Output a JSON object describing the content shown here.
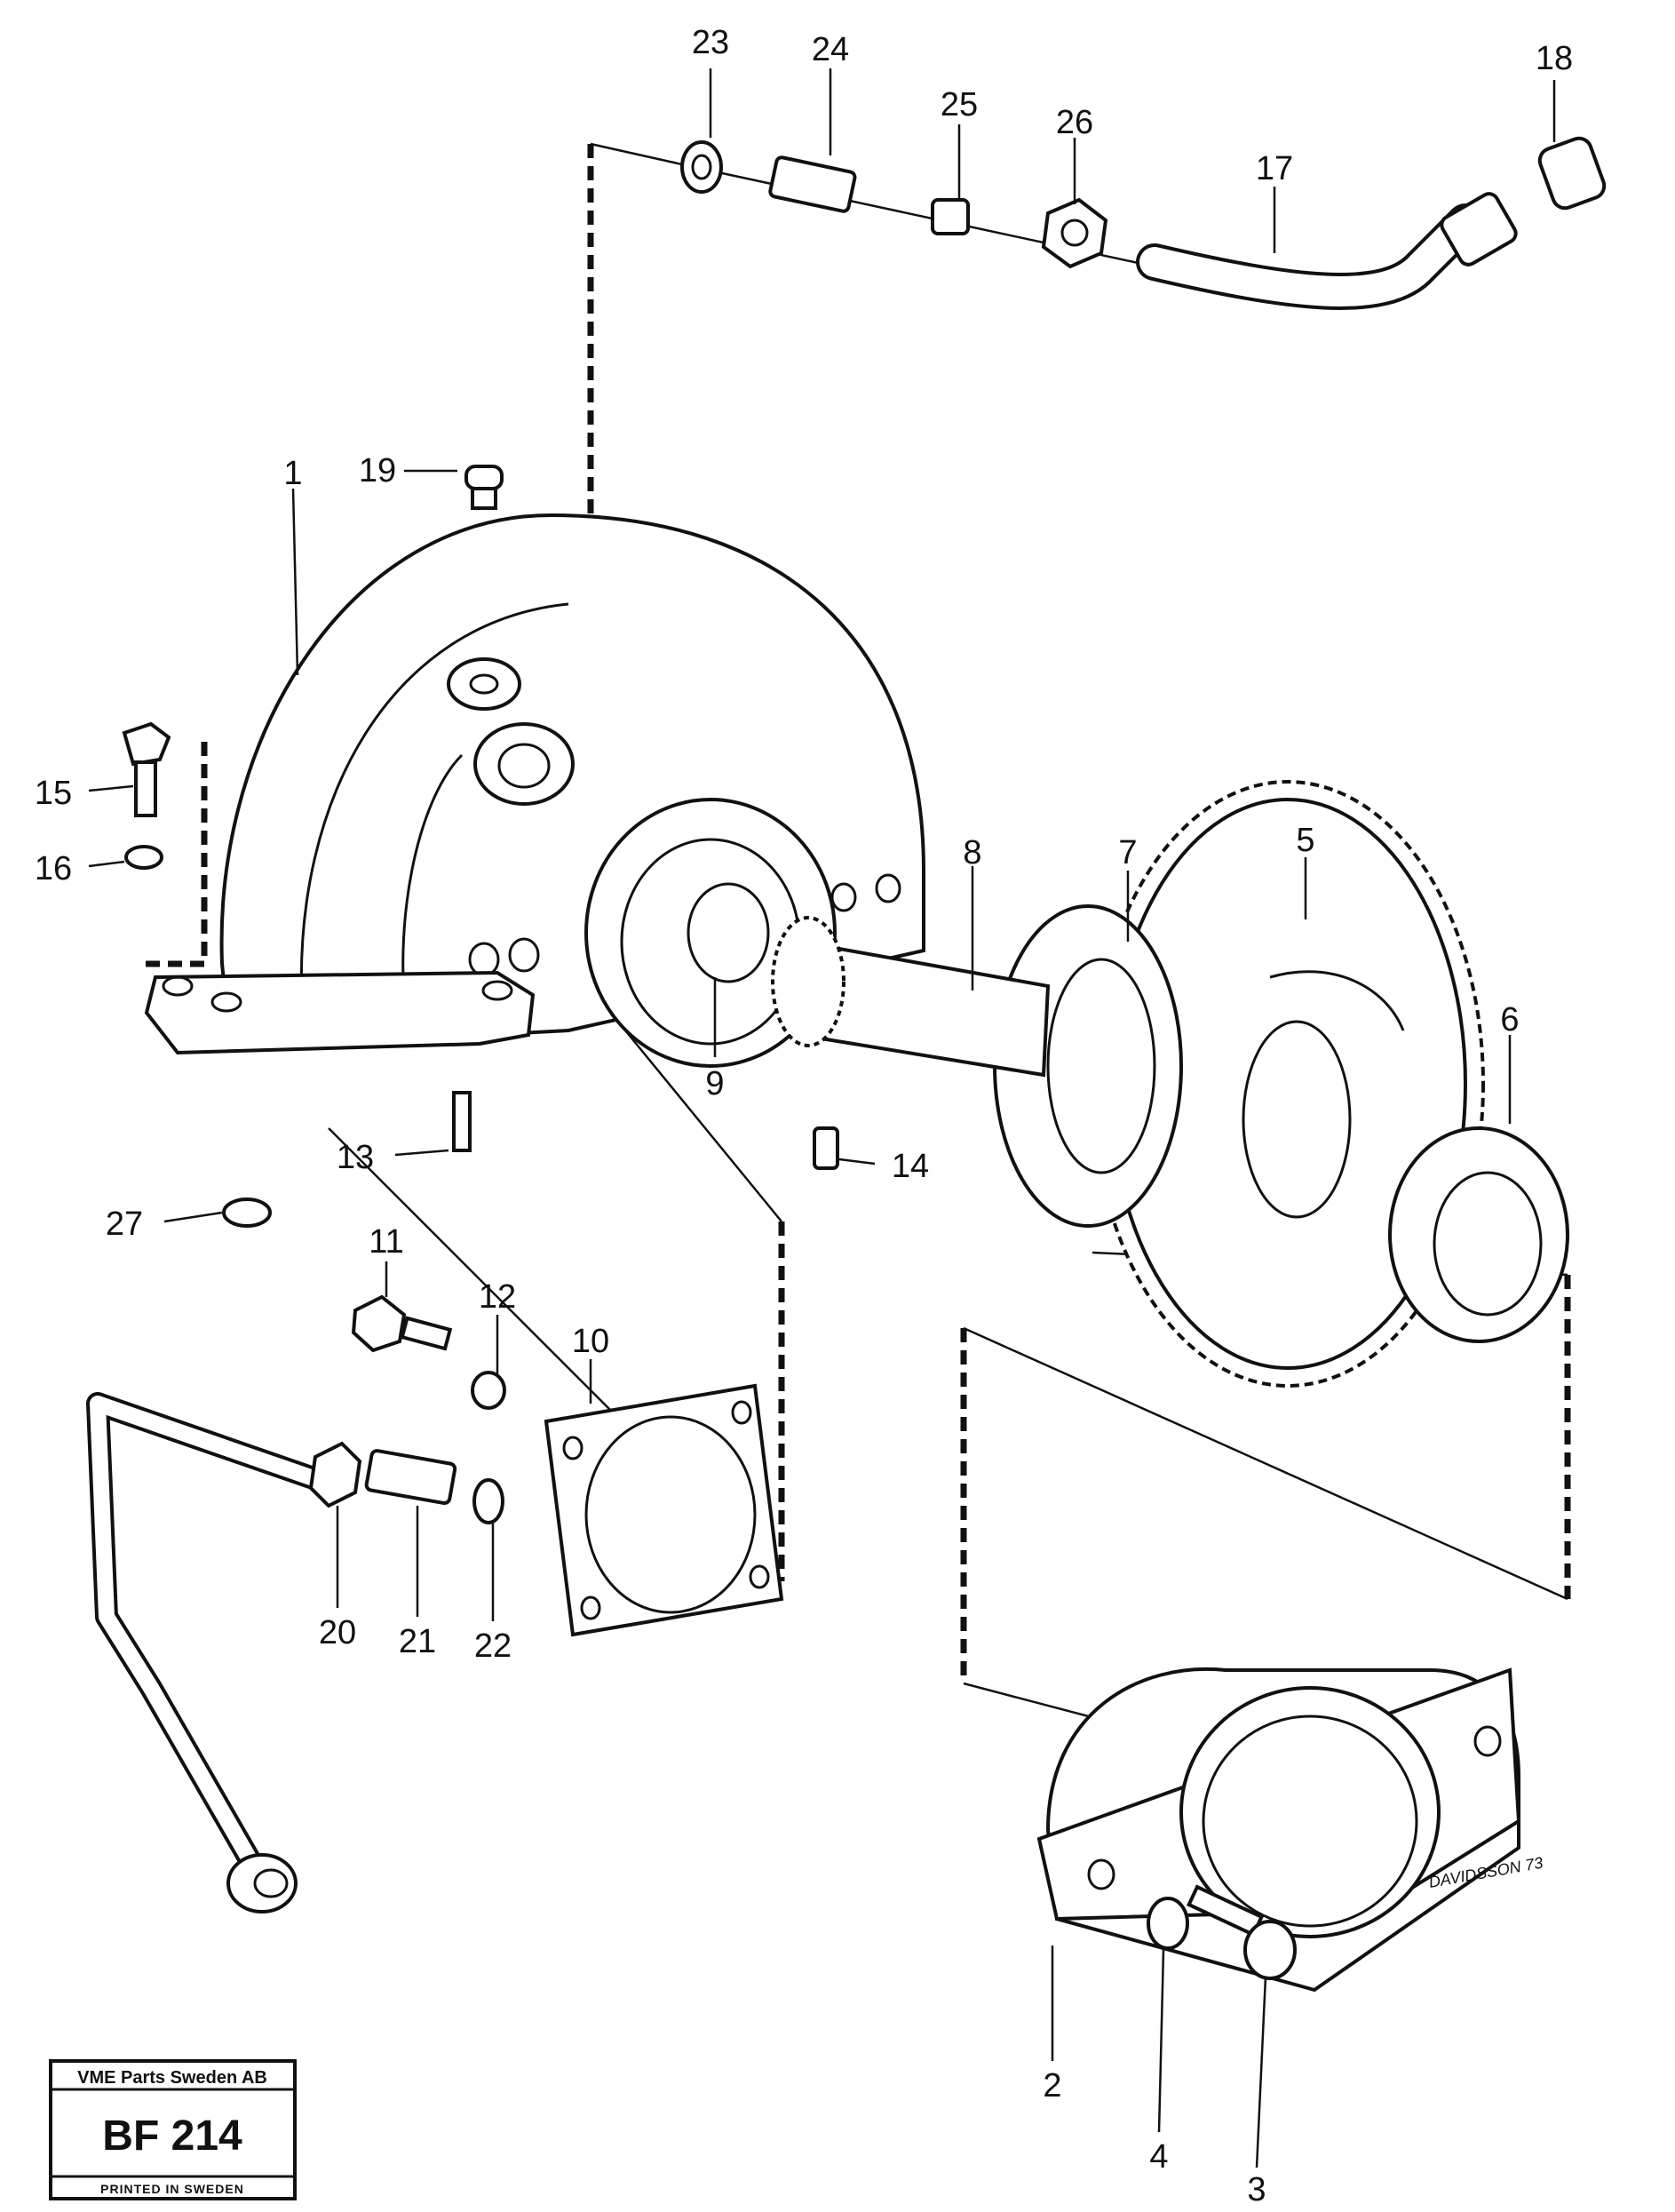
{
  "diagram": {
    "callouts": [
      {
        "id": "p1",
        "label": "1"
      },
      {
        "id": "p2",
        "label": "2"
      },
      {
        "id": "p3",
        "label": "3"
      },
      {
        "id": "p4",
        "label": "4"
      },
      {
        "id": "p5",
        "label": "5"
      },
      {
        "id": "p6",
        "label": "6"
      },
      {
        "id": "p7",
        "label": "7"
      },
      {
        "id": "p8",
        "label": "8"
      },
      {
        "id": "p9",
        "label": "9"
      },
      {
        "id": "p10",
        "label": "10"
      },
      {
        "id": "p11",
        "label": "11"
      },
      {
        "id": "p12",
        "label": "12"
      },
      {
        "id": "p13",
        "label": "13"
      },
      {
        "id": "p14",
        "label": "14"
      },
      {
        "id": "p15",
        "label": "15"
      },
      {
        "id": "p16",
        "label": "16"
      },
      {
        "id": "p17",
        "label": "17"
      },
      {
        "id": "p18",
        "label": "18"
      },
      {
        "id": "p19",
        "label": "19"
      },
      {
        "id": "p20",
        "label": "20"
      },
      {
        "id": "p21",
        "label": "21"
      },
      {
        "id": "p22",
        "label": "22"
      },
      {
        "id": "p23",
        "label": "23"
      },
      {
        "id": "p24",
        "label": "24"
      },
      {
        "id": "p25",
        "label": "25"
      },
      {
        "id": "p26",
        "label": "26"
      },
      {
        "id": "p27",
        "label": "27"
      }
    ],
    "signature": "DAVIDSSON 73"
  },
  "title_block": {
    "company": "VME Parts Sweden AB",
    "code": "BF 214",
    "footer": "PRINTED IN SWEDEN"
  }
}
